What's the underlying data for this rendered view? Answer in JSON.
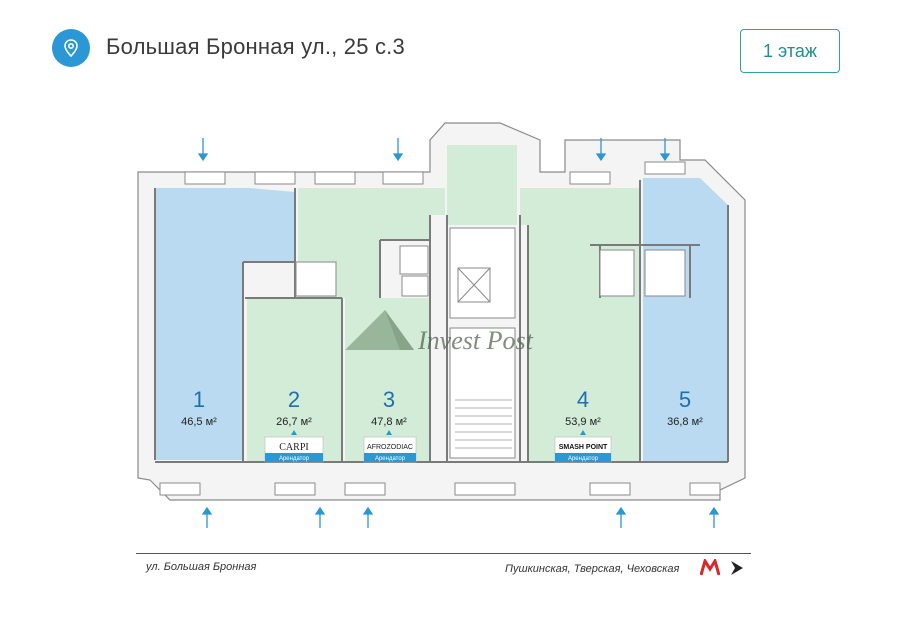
{
  "header": {
    "address": "Большая Бронная ул., 25 с.3",
    "floor": "1 этаж",
    "pin_icon": "location-pin-icon"
  },
  "watermark": {
    "text": "Invest Post"
  },
  "units": [
    {
      "number": "1",
      "area": "46,5 м²",
      "tenant_logo": "",
      "tenant_label": "",
      "color": "#b9daf0"
    },
    {
      "number": "2",
      "area": "26,7 м²",
      "tenant_logo": "CARPI",
      "tenant_label": "Арендатор",
      "color": "#d2ecd7"
    },
    {
      "number": "3",
      "area": "47,8 м²",
      "tenant_logo": "AFROZODIAC",
      "tenant_label": "Арендатор",
      "color": "#d2ecd7"
    },
    {
      "number": "4",
      "area": "53,9 м²",
      "tenant_logo": "SMASH POINT",
      "tenant_label": "Арендатор",
      "color": "#d2ecd7"
    },
    {
      "number": "5",
      "area": "36,8 м²",
      "tenant_logo": "",
      "tenant_label": "",
      "color": "#b9daf0"
    }
  ],
  "footer": {
    "street": "ул. Большая Бронная",
    "metro": "Пушкинская, Тверская, Чеховская",
    "metro_icon": "metro-m-icon",
    "direction_icon": "arrow-right-icon"
  },
  "colors": {
    "accent": "#2b97d4",
    "teal": "#1f8f8f",
    "blue_room": "#b9daf0",
    "green_room": "#d2ecd7",
    "wall": "#7a7a7a"
  }
}
